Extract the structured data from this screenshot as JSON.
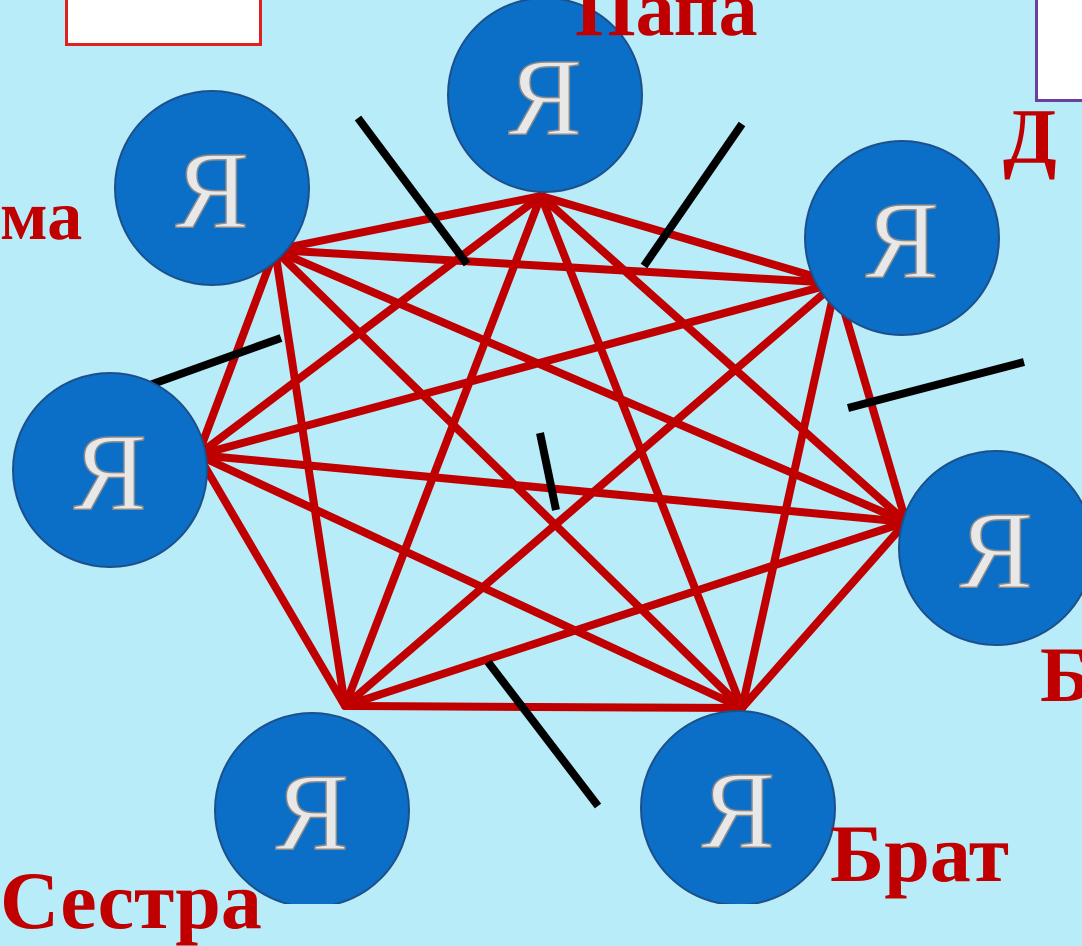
{
  "nodes": [
    {
      "id": "n1",
      "glyph": "Я"
    },
    {
      "id": "n2",
      "glyph": "Я"
    },
    {
      "id": "n3",
      "glyph": "Я"
    },
    {
      "id": "n4",
      "glyph": "Я"
    },
    {
      "id": "n5",
      "glyph": "Я"
    },
    {
      "id": "n6",
      "glyph": "Я"
    },
    {
      "id": "n7",
      "glyph": "Я"
    }
  ],
  "labels": {
    "papa": "Папа",
    "mama": "ма",
    "d": "Д",
    "b": "Б",
    "brat": "Брат",
    "sestra": "Сестра"
  },
  "colors": {
    "background": "#b9ecf9",
    "node": "#0b6fc8",
    "edge": "#c00000",
    "label": "#c00000",
    "cut": "#000000"
  }
}
